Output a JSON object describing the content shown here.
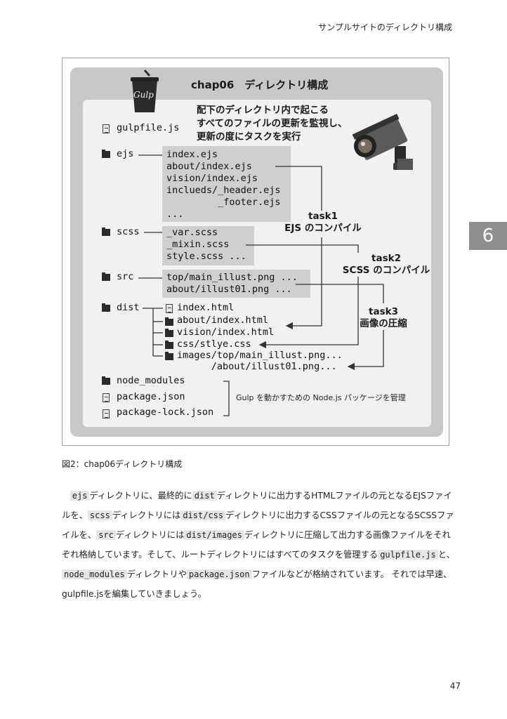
{
  "header": {
    "running_title": "サンプルサイトのディレクトリ構成"
  },
  "chapter_tab": "6",
  "figure": {
    "title": "chap06　ディレクトリ構成",
    "cup_label": "Gulp",
    "monitor_note": [
      "配下のディレクトリ内で起こる",
      "すべてのファイルの更新を監視し、",
      "更新の度にタスクを実行"
    ],
    "gulpfile": "gulpfile.js",
    "ejs": {
      "name": "ejs",
      "files": [
        "index.ejs",
        "about/index.ejs",
        "vision/index.ejs",
        "inclueds/_header.ejs",
        "         _footer.ejs",
        "..."
      ]
    },
    "scss": {
      "name": "scss",
      "files": [
        "_var.scss",
        "_mixin.scss",
        "style.scss ..."
      ]
    },
    "src": {
      "name": "src",
      "files": [
        "top/main_illust.png ...",
        "about/illust01.png ..."
      ]
    },
    "dist": {
      "name": "dist",
      "items": [
        "index.html",
        "about/index.html",
        "vision/index.html",
        "css/stlye.css",
        "images/top/main_illust.png...",
        "      /about/illust01.png..."
      ]
    },
    "tasks": [
      {
        "name": "task1",
        "desc": "EJS のコンパイル"
      },
      {
        "name": "task2",
        "desc": "SCSS のコンパイル"
      },
      {
        "name": "task3",
        "desc": "画像の圧縮"
      }
    ],
    "node_modules": "node_modules",
    "package_json": "package.json",
    "package_lock": "package-lock.json",
    "gulp_note": "Gulp を動かすための Node.js パッケージを管理"
  },
  "caption": "図2：chap06ディレクトリ構成",
  "body": {
    "p1_code1": "ejs",
    "p1_t1": "ディレクトリに、最終的に",
    "p1_code2": "dist",
    "p1_t2": "ディレクトリに出力するHTMLファイルの元となるEJSファイルを、",
    "p1_code3": "scss",
    "p1_t3": "ディレクトリには",
    "p1_code4": "dist/css",
    "p1_t4": "ディレクトリに出力するCSSファイルの元となるSCSSファイルを、",
    "p1_code5": "src",
    "p1_t5": "ディレクトリには",
    "p1_code6": "dist/images",
    "p1_t6": "ディレクトリに圧縮して出力する画像ファイルをそれぞれ格納しています。そして、ルートディレクトリにはすべてのタスクを管理する",
    "p1_code7": "gulpfile.js",
    "p1_t7": "と、",
    "p1_code8": "node_modules",
    "p1_t8": "ディレクトリや",
    "p1_code9": "package.json",
    "p1_t9": "ファイルなどが格納されています。 それでは早速、gulpfile.jsを編集していきましょう。"
  },
  "page_number": "47"
}
